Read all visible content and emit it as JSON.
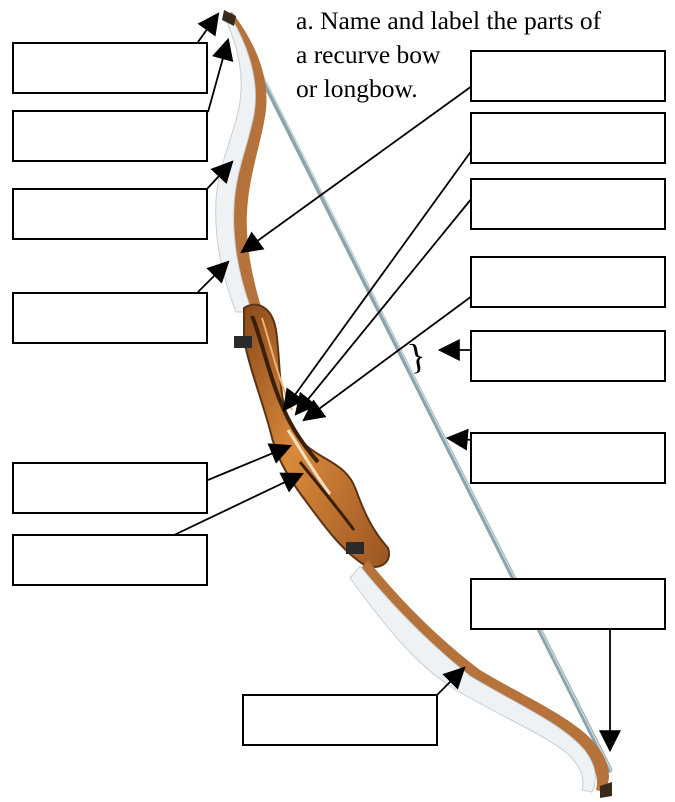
{
  "instruction": {
    "line1": "a. Name and label the parts of",
    "line2": "a recurve bow",
    "line3": "or longbow."
  },
  "colors": {
    "limb_wood": "#b5733b",
    "riser_wood": "#c8762e",
    "riser_dark": "#4a2a12",
    "limb_face": "#ecf1f4",
    "string": "#8aa3ad",
    "label_border": "#000000"
  },
  "blank_label_count": 14
}
